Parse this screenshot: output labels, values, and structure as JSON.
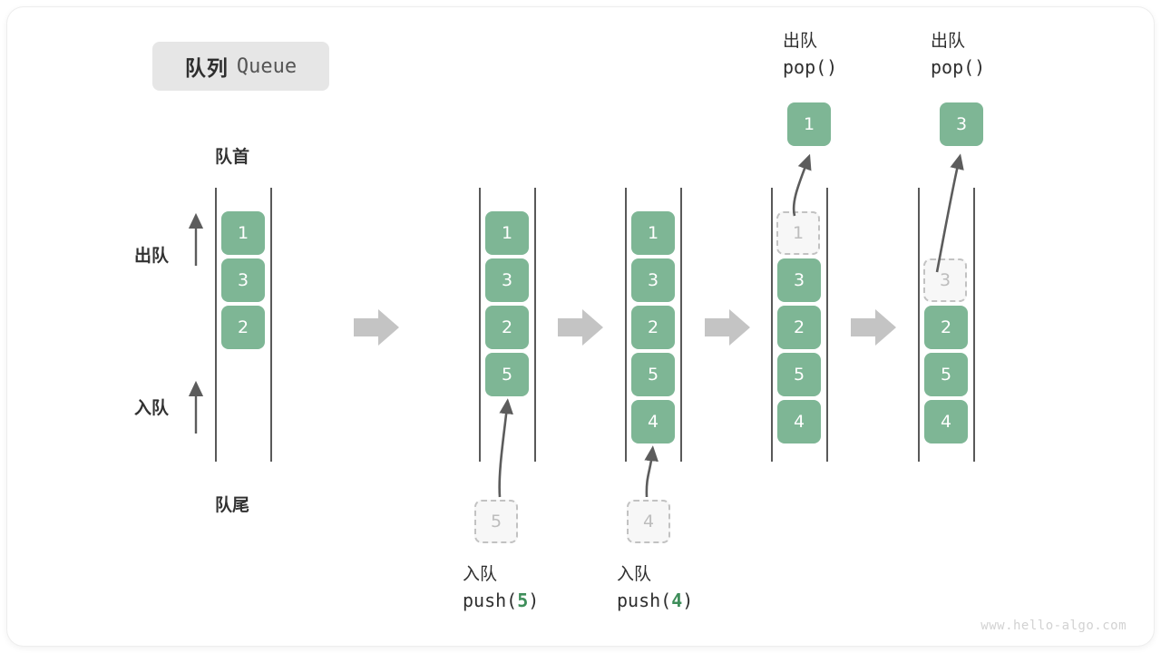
{
  "title": {
    "cn": "队列",
    "en": "Queue"
  },
  "labels": {
    "front": "队首",
    "back": "队尾",
    "dequeue": "出队",
    "enqueue": "入队"
  },
  "stages": [
    {
      "id": "initial",
      "cells": [
        "1",
        "3",
        "2"
      ],
      "ghost_in": null,
      "ghost_index": null,
      "op_cn": null,
      "op_code": null
    },
    {
      "id": "push-5",
      "cells": [
        "1",
        "3",
        "2",
        "5"
      ],
      "ghost_in": "5",
      "op_cn": "入队",
      "op_code_prefix": "push(",
      "op_code_arg": "5",
      "op_code_suffix": ")"
    },
    {
      "id": "push-4",
      "cells": [
        "1",
        "3",
        "2",
        "5",
        "4"
      ],
      "ghost_in": "4",
      "op_cn": "入队",
      "op_code_prefix": "push(",
      "op_code_arg": "4",
      "op_code_suffix": ")"
    },
    {
      "id": "pop-1",
      "cells": [
        "3",
        "2",
        "5",
        "4"
      ],
      "ghost_out": "1",
      "popped": "1",
      "op_cn": "出队",
      "op_code_prefix": "pop(",
      "op_code_arg": "",
      "op_code_suffix": ")"
    },
    {
      "id": "pop-3",
      "cells": [
        "2",
        "5",
        "4"
      ],
      "ghost_out": "3",
      "popped": "3",
      "op_cn": "出队",
      "op_code_prefix": "pop(",
      "op_code_arg": "",
      "op_code_suffix": ")"
    }
  ],
  "watermark": "www.hello-algo.com",
  "colors": {
    "cell_fill": "#7eb695",
    "cell_text": "#ffffff",
    "ghost_fill": "#f7f7f7",
    "ghost_border": "#c2c2c2",
    "ghost_text": "#bdbdbd",
    "rail": "#595959",
    "flow_arrow": "#c4c4c4",
    "motion_arrow": "#5c5c5c",
    "accent_code": "#3e8e5a",
    "chip_bg": "#e6e6e6"
  }
}
